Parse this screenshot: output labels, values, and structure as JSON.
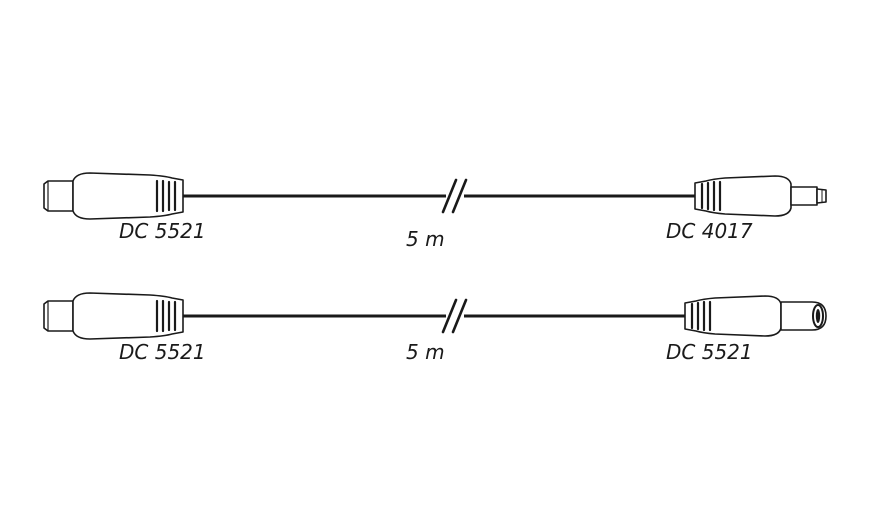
{
  "cables": [
    {
      "left_connector": "DC 5521",
      "length": "5 m",
      "right_connector": "DC 4017"
    },
    {
      "left_connector": "DC 5521",
      "length": "5 m",
      "right_connector": "DC 5521"
    }
  ]
}
